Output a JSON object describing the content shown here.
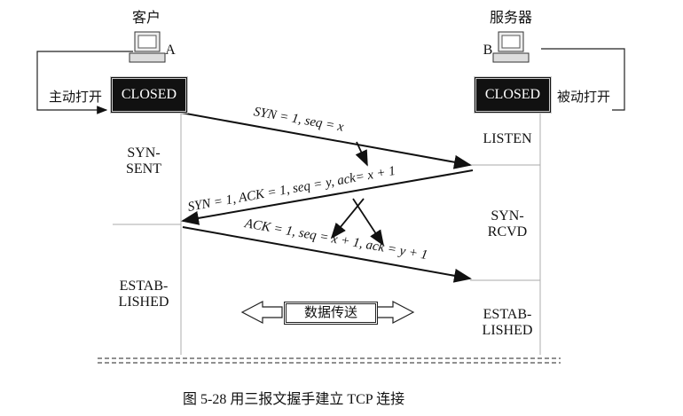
{
  "client": {
    "title": "客户",
    "host": "A",
    "open": "主动打开",
    "initial_state": "CLOSED",
    "states": [
      "SYN-\nSENT",
      "ESTAB-\nLISHED"
    ]
  },
  "server": {
    "title": "服务器",
    "host": "B",
    "open": "被动打开",
    "initial_state": "CLOSED",
    "states": [
      "LISTEN",
      "SYN-\nRCVD",
      "ESTAB-\nLISHED"
    ]
  },
  "messages": [
    {
      "text": "SYN = 1, seq = x"
    },
    {
      "text": "SYN = 1, ACK = 1, seq = y, ack= x + 1"
    },
    {
      "text": "ACK = 1, seq = x + 1, ack = y + 1"
    }
  ],
  "data_transfer": "数据传送",
  "caption": "图 5-28    用三报文握手建立 TCP 连接"
}
